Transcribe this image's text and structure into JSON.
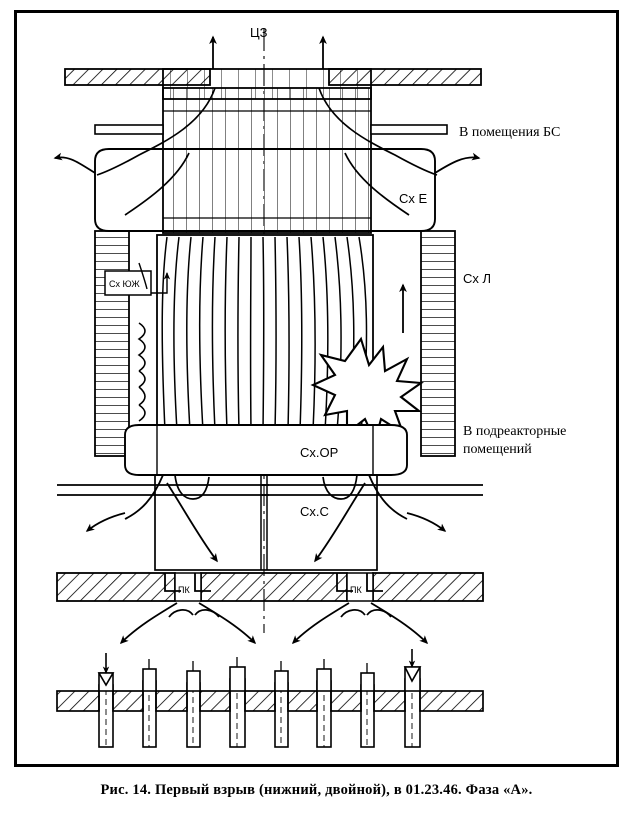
{
  "figure": {
    "caption": "Рис. 14. Первый взрыв (нижний, двойной), в 01.23.46. Фаза «А».",
    "title_number": "14",
    "labels": {
      "top_hall": "ЦЗ",
      "to_bs_rooms": "В помещения БС",
      "scheme_e": "Сх Е",
      "scheme_yuzh": "Сх ЮЖ",
      "scheme_l": "Сх Л",
      "scheme_or": "Сх.ОР",
      "scheme_s": "Сх.С",
      "to_subreactor_rooms_line1": "В подреакторные",
      "to_subreactor_rooms_line2": "помещений",
      "pk_left": "ПК",
      "pk_right": "ПК"
    },
    "colors": {
      "ink": "#000000",
      "paper": "#ffffff"
    }
  }
}
